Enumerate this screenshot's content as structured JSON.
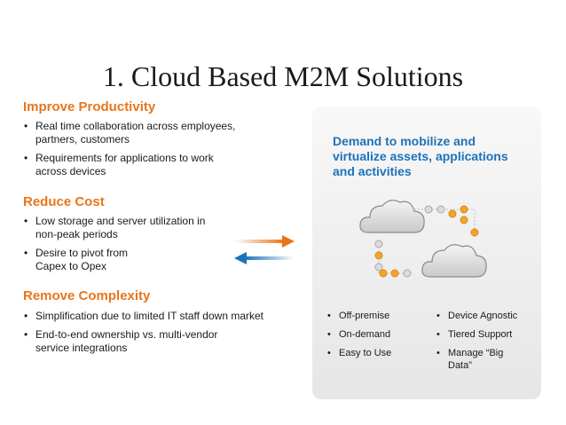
{
  "title": "1. Cloud Based M2M Solutions",
  "sections": [
    {
      "heading": "Improve Productivity",
      "bullets": [
        "Real time collaboration across employees, partners, customers",
        "Requirements for applications to work across devices"
      ]
    },
    {
      "heading": "Reduce Cost",
      "bullets": [
        "Low storage and server utilization in non-peak periods",
        "Desire to pivot from Capex to Opex"
      ]
    },
    {
      "heading": "Remove Complexity",
      "bullets": [
        "Simplification due to limited IT staff down market",
        "End-to-end ownership vs. multi-vendor service integrations"
      ]
    }
  ],
  "panel": {
    "title": "Demand to mobilize and virtualize assets, applications and activities",
    "left_bullets": [
      "Off-premise",
      "On-demand",
      "Easy to Use"
    ],
    "right_bullets": [
      "Device Agnostic",
      "Tiered Support",
      "Manage “Big Data”"
    ]
  },
  "colors": {
    "accent_orange": "#e8751a",
    "accent_blue": "#1d72b8"
  },
  "icons": [
    "arrow-right-icon",
    "arrow-left-icon",
    "cloud-icon"
  ]
}
